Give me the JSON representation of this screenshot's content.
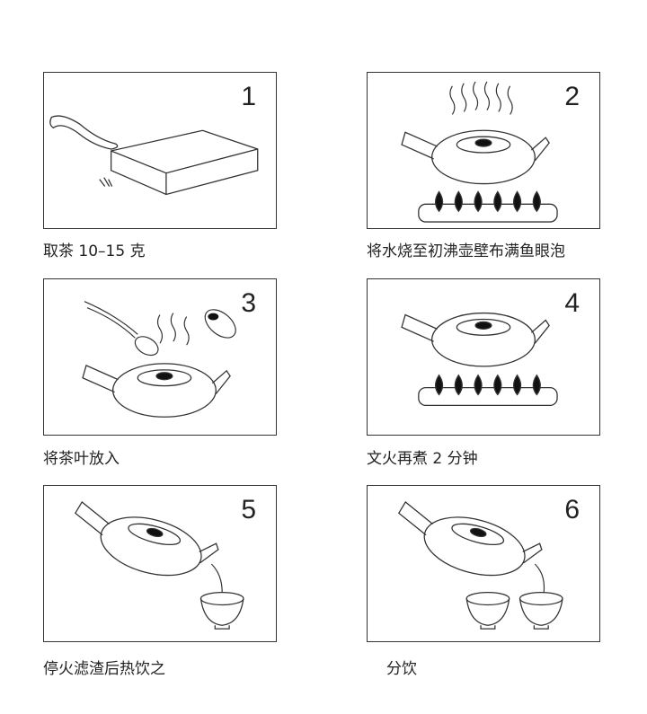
{
  "steps": [
    {
      "number": "1",
      "caption": "取茶 10–15 克"
    },
    {
      "number": "2",
      "caption": "将水烧至初沸壶壁布满鱼眼泡"
    },
    {
      "number": "3",
      "caption": "将茶叶放入"
    },
    {
      "number": "4",
      "caption": "文火再煮 2 分钟"
    },
    {
      "number": "5",
      "caption": "停火滤渣后热饮之"
    },
    {
      "number": "6",
      "caption": "分饮"
    }
  ]
}
